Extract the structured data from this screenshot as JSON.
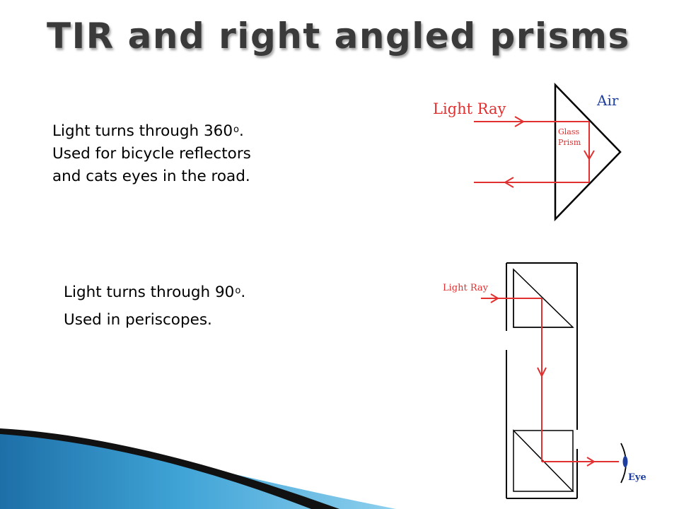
{
  "slide": {
    "title": "TIR and right angled prisms",
    "block1": {
      "line1_text": "Light turns through 360",
      "line1_degree": "o",
      "line1_tail": ".",
      "line2": "Used for bicycle reflectors",
      "line3": "and cats eyes in the road."
    },
    "block2": {
      "line1_text": "Light turns through 90",
      "line1_degree": "o",
      "line1_tail": ".",
      "line2": "Used in periscopes."
    }
  },
  "diagram_retro": {
    "label_light_ray": "Light Ray",
    "label_air": "Air",
    "label_glass_line1": "Glass",
    "label_glass_line2": "Prism"
  },
  "diagram_periscope": {
    "label_light_ray": "Light Ray",
    "label_eye": "Eye"
  },
  "colors": {
    "ray": "#e03030",
    "title": "#3a3a3a",
    "accent_blue": "#1e3fa0",
    "swoosh_blue": "#2a8fc4"
  }
}
